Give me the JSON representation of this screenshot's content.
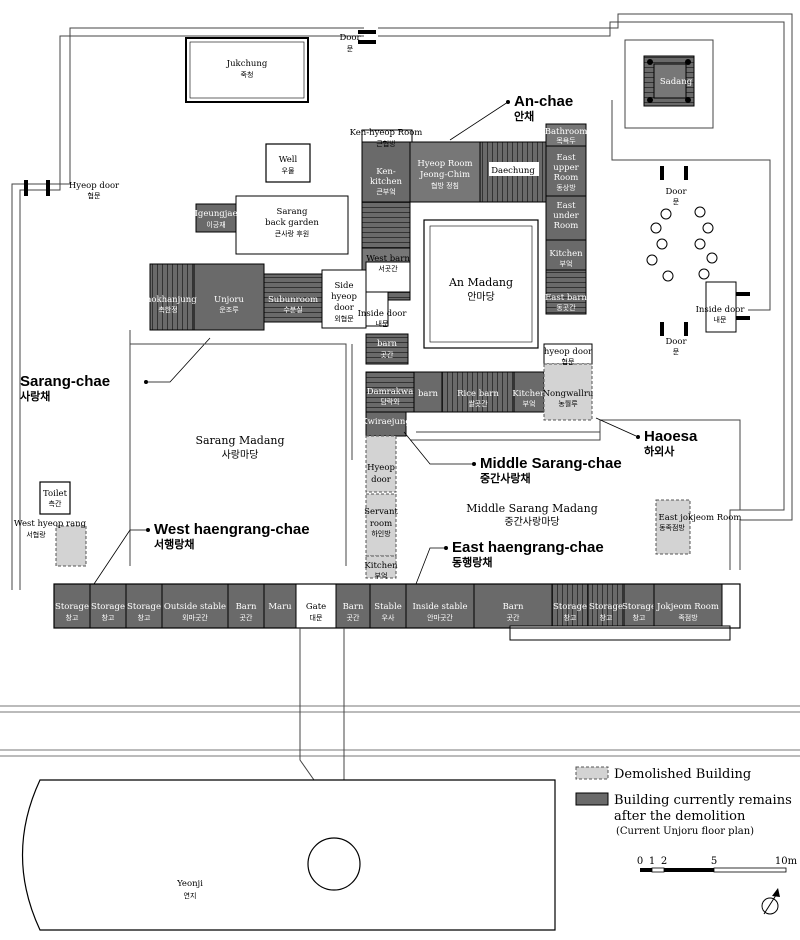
{
  "zones": {
    "an_chae": {
      "en": "An-chae",
      "ko": "안채"
    },
    "sarang_chae": {
      "en": "Sarang-chae",
      "ko": "사랑채"
    },
    "haoesa": {
      "en": "Haoesa",
      "ko": "하외사"
    },
    "middle_sarang_chae": {
      "en": "Middle Sarang-chae",
      "ko": "중간사랑채"
    },
    "west_haengrang_chae": {
      "en": "West haengrang-chae",
      "ko": "서행랑채"
    },
    "east_haengrang_chae": {
      "en": "East haengrang-chae",
      "ko": "동행랑채"
    }
  },
  "places": {
    "jukchung": {
      "en": "Jukchung",
      "ko": "죽청"
    },
    "door_top": {
      "en": "Door",
      "ko": "문"
    },
    "sadang": {
      "en": "Sadang",
      "ko": ""
    },
    "ken_hyeop_room": {
      "en": "Ken-hyeop Room",
      "ko": "큰협방"
    },
    "well": {
      "en": "Well",
      "ko": "우물"
    },
    "hyeop_door_left": {
      "en": "Hyeop door",
      "ko": "협문"
    },
    "ken_kitchen": {
      "en1": "Ken-",
      "en2": "kitchen",
      "ko": "큰부엌"
    },
    "hyeop_room": {
      "en1": "Hyeop Room",
      "en2": "Jeong-Chim",
      "ko": "협방 정침"
    },
    "daechung": {
      "en": "Daechung",
      "ko": ""
    },
    "bathroom": {
      "en": "Bathroom",
      "ko": "목욕두"
    },
    "east_upper_room": {
      "en1": "East",
      "en2": "upper",
      "en3": "Room",
      "ko": "동상방"
    },
    "east_under_room": {
      "en1": "East",
      "en2": "under",
      "en3": "Room",
      "ko": ""
    },
    "door_right1": {
      "en": "Door",
      "ko": "문"
    },
    "igeungjae": {
      "en": "Igeungjae",
      "ko": "이긍재"
    },
    "sarang_back_garden": {
      "en1": "Sarang",
      "en2": "back garden",
      "ko": "큰사랑 후원"
    },
    "west_barn": {
      "en": "West barn",
      "ko": "서곳간"
    },
    "an_madang": {
      "en": "An Madang",
      "ko": "안마당"
    },
    "kitchen_east": {
      "en": "Kitchen",
      "ko": "부엌"
    },
    "east_barn": {
      "en": "East barn",
      "ko": "동곳간"
    },
    "inside_door_right": {
      "en": "Inside door",
      "ko": "내문"
    },
    "chokhanjung": {
      "en": "Chokhanjung",
      "ko": "촉한정"
    },
    "unjoru": {
      "en": "Unjoru",
      "ko": "운조루"
    },
    "subunroom": {
      "en": "Subunroom",
      "ko": "수분실"
    },
    "side_hyeop_door": {
      "en1": "Side",
      "en2": "hyeop",
      "en3": "door",
      "ko": "외협문"
    },
    "inside_door_mid": {
      "en": "Inside door",
      "ko": "내문"
    },
    "door_right2": {
      "en": "Door",
      "ko": "문"
    },
    "barn_mid": {
      "en": "barn",
      "ko": "곳간"
    },
    "hyeop_door_mid": {
      "en": "hyeop door",
      "ko": "협문"
    },
    "damrakwa": {
      "en": "Damrakwa",
      "ko": "담락와"
    },
    "barn_mid2": {
      "en": "barn",
      "ko": ""
    },
    "rice_barn": {
      "en": "Rice barn",
      "ko": "쌀곳간"
    },
    "kitchen_mid": {
      "en": "Kitchen",
      "ko": "부엌"
    },
    "nongwallru": {
      "en": "Nongwallru",
      "ko": "농월루"
    },
    "sarang_madang": {
      "en": "Sarang Madang",
      "ko": "사랑마당"
    },
    "kwiraejung": {
      "en": "Kwiraejung",
      "ko": "귀래정"
    },
    "hyeop_door_low": {
      "en1": "Hyeop",
      "en2": "door",
      "ko": ""
    },
    "toilet": {
      "en": "Toilet",
      "ko": "측간"
    },
    "west_hyeop_rang": {
      "en": "West hyeop rang",
      "ko": "서협랑"
    },
    "servant_room": {
      "en1": "Servant",
      "en2": "room",
      "ko": "하인방"
    },
    "middle_sarang_madang": {
      "en": "Middle Sarang Madang",
      "ko": "중간사랑마당"
    },
    "east_jokjeom_room": {
      "en": "East jokjeom Room",
      "ko": "동족점방"
    },
    "kitchen_low": {
      "en": "Kitchen",
      "ko": "부엌"
    },
    "yeonji": {
      "en": "Yeonji",
      "ko": "연지"
    }
  },
  "bottom_row": [
    {
      "en": "Storage",
      "ko": "창고"
    },
    {
      "en": "Storage",
      "ko": "창고"
    },
    {
      "en": "Storage",
      "ko": "창고"
    },
    {
      "en": "Outside stable",
      "ko": "외마굿간"
    },
    {
      "en": "Barn",
      "ko": "곳간"
    },
    {
      "en": "Maru",
      "ko": ""
    },
    {
      "en": "Gate",
      "ko": "대문"
    },
    {
      "en": "Barn",
      "ko": "곳간"
    },
    {
      "en": "Stable",
      "ko": "우사"
    },
    {
      "en": "Inside stable",
      "ko": "안마굿간"
    },
    {
      "en": "Barn",
      "ko": "곳간"
    },
    {
      "en": "Storage",
      "ko": "창고"
    },
    {
      "en": "Storage",
      "ko": "창고"
    },
    {
      "en": "Storage",
      "ko": "창고"
    },
    {
      "en": "Jokjeom Room",
      "ko": "족점방"
    }
  ],
  "legend": {
    "demolished": "Demolished Building",
    "remains_1": "Building currently remains",
    "remains_2": "after the demolition",
    "remains_3": "(Current Unjoru floor plan)"
  },
  "scale": {
    "t0": "0",
    "t1": "1",
    "t2": "2",
    "t5": "5",
    "t10": "10m"
  }
}
